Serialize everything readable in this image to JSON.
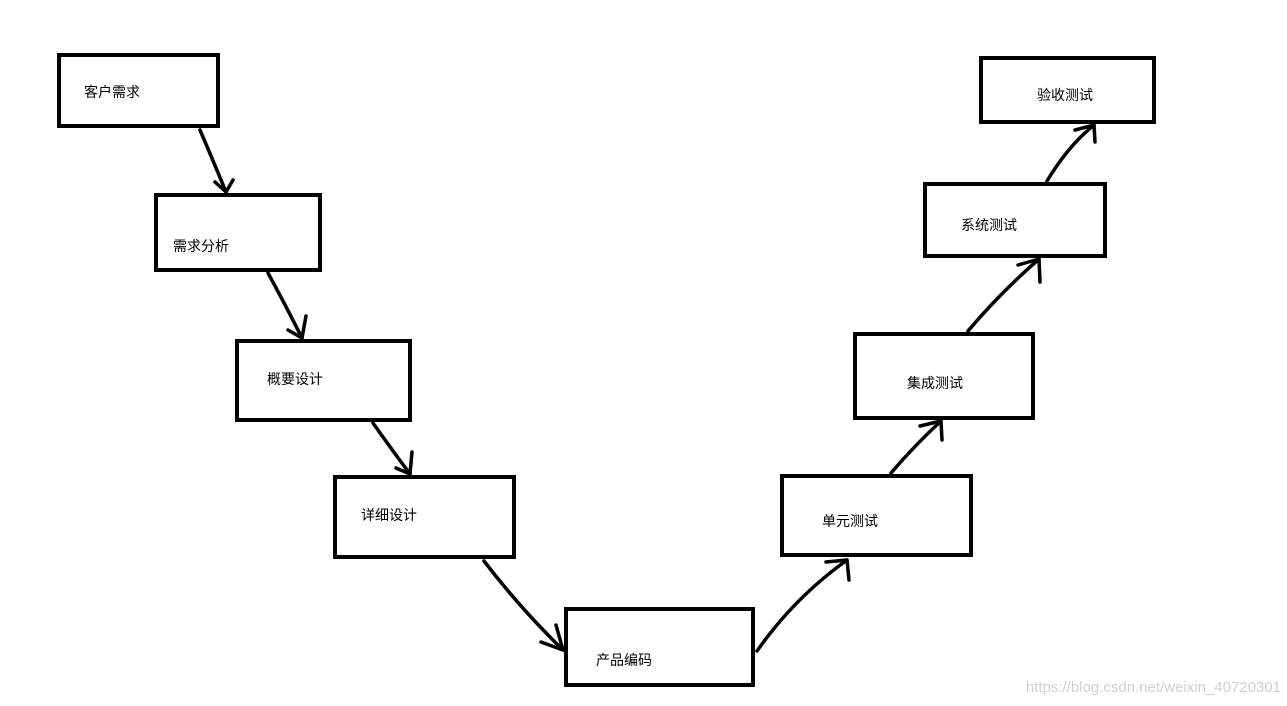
{
  "nodes": {
    "customer": "客户需求",
    "analysis": "需求分析",
    "prelim": "概要设计",
    "detail": "详细设计",
    "coding": "产品编码",
    "unit": "单元测试",
    "integ": "集成测试",
    "system": "系统测试",
    "accept": "验收测试"
  },
  "edges": [
    {
      "from": "customer",
      "to": "analysis"
    },
    {
      "from": "analysis",
      "to": "prelim"
    },
    {
      "from": "prelim",
      "to": "detail"
    },
    {
      "from": "detail",
      "to": "coding"
    },
    {
      "from": "coding",
      "to": "unit"
    },
    {
      "from": "unit",
      "to": "integ"
    },
    {
      "from": "integ",
      "to": "system"
    },
    {
      "from": "system",
      "to": "accept"
    }
  ],
  "watermark": "https://blog.csdn.net/weixin_40720301"
}
